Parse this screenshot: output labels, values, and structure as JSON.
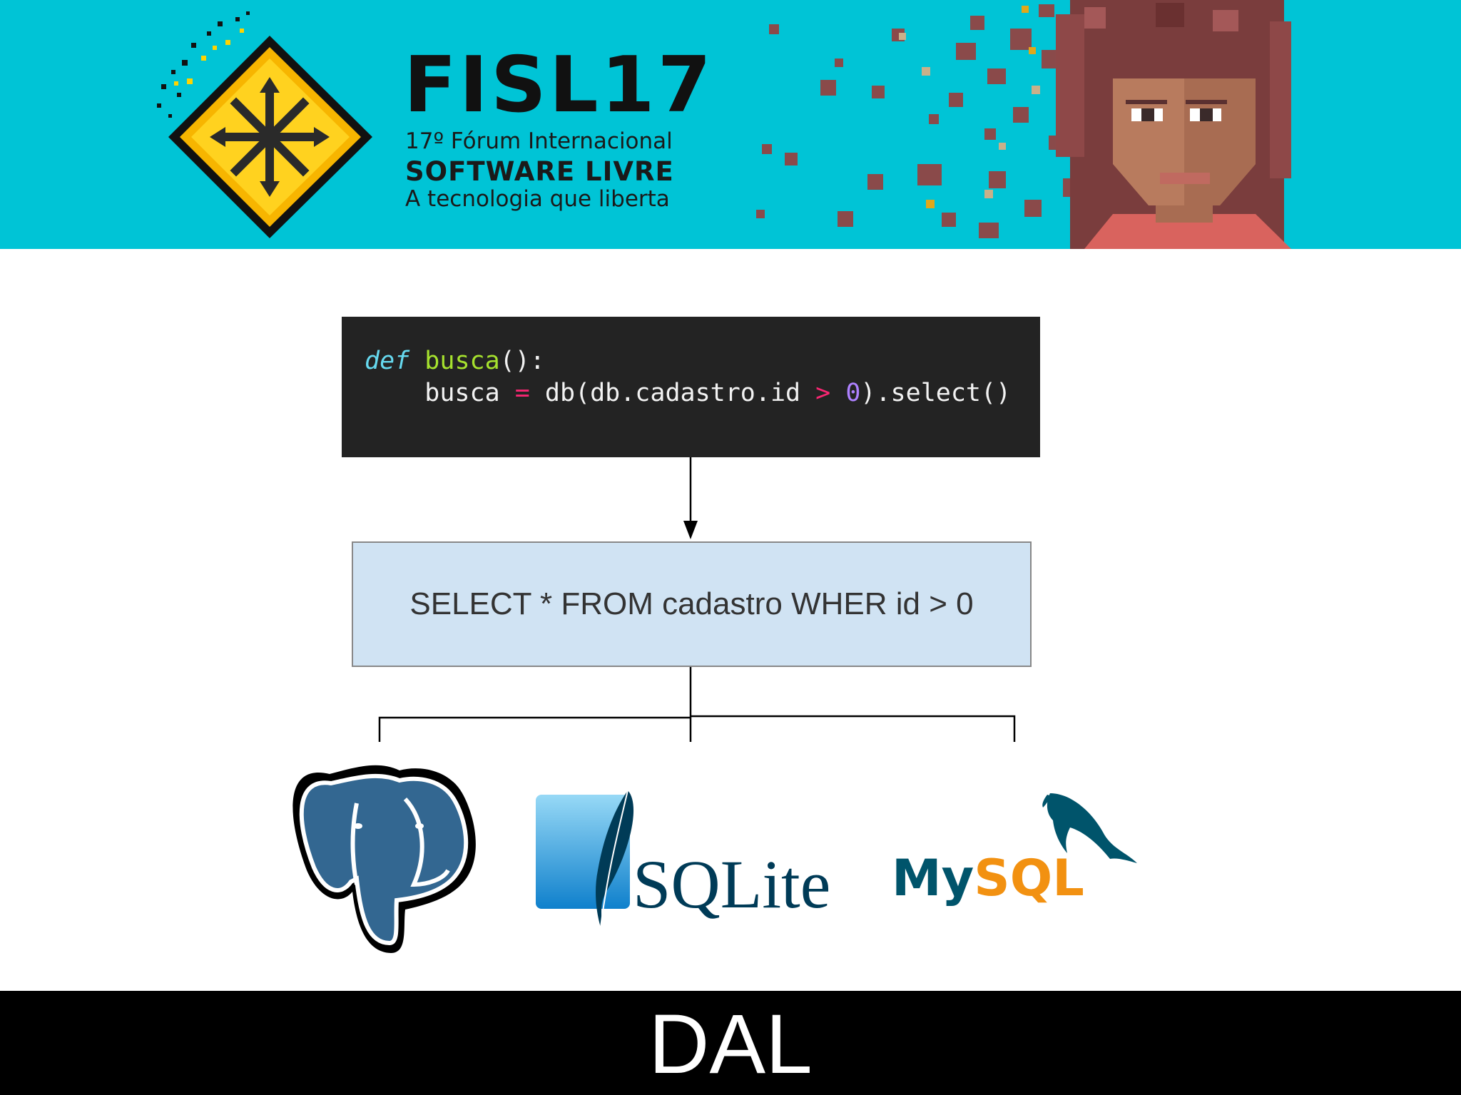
{
  "banner": {
    "title": "FISL17",
    "line1": "17º Fórum Internacional",
    "line2": "SOFTWARE LIVRE",
    "line3": "A tecnologia que liberta"
  },
  "code": {
    "line1": {
      "keyword": "def",
      "name": "busca",
      "rest": "():"
    },
    "line2": {
      "indent": "    busca ",
      "op1": "=",
      "mid": " db(db.cadastro.id ",
      "op2": ">",
      "sp": " ",
      "num": "0",
      "end": ").select()"
    }
  },
  "sql": "SELECT * FROM cadastro WHER id > 0",
  "logos": {
    "sqlite": "SQLite",
    "mysql_my": "My",
    "mysql_sql": "SQL"
  },
  "footer": "DAL",
  "colors": {
    "banner_bg": "#00c4d6",
    "code_bg": "#232323",
    "sql_box_bg": "#d0e3f3",
    "postgres_blue": "#336791",
    "sqlite_blue": "#0f80cc",
    "mysql_blue": "#00546b",
    "mysql_orange": "#f29111"
  },
  "icons": [
    "fisl-diamond-logo",
    "pixel-face-illustration",
    "postgresql-elephant-icon",
    "sqlite-feather-icon",
    "mysql-dolphin-icon"
  ]
}
